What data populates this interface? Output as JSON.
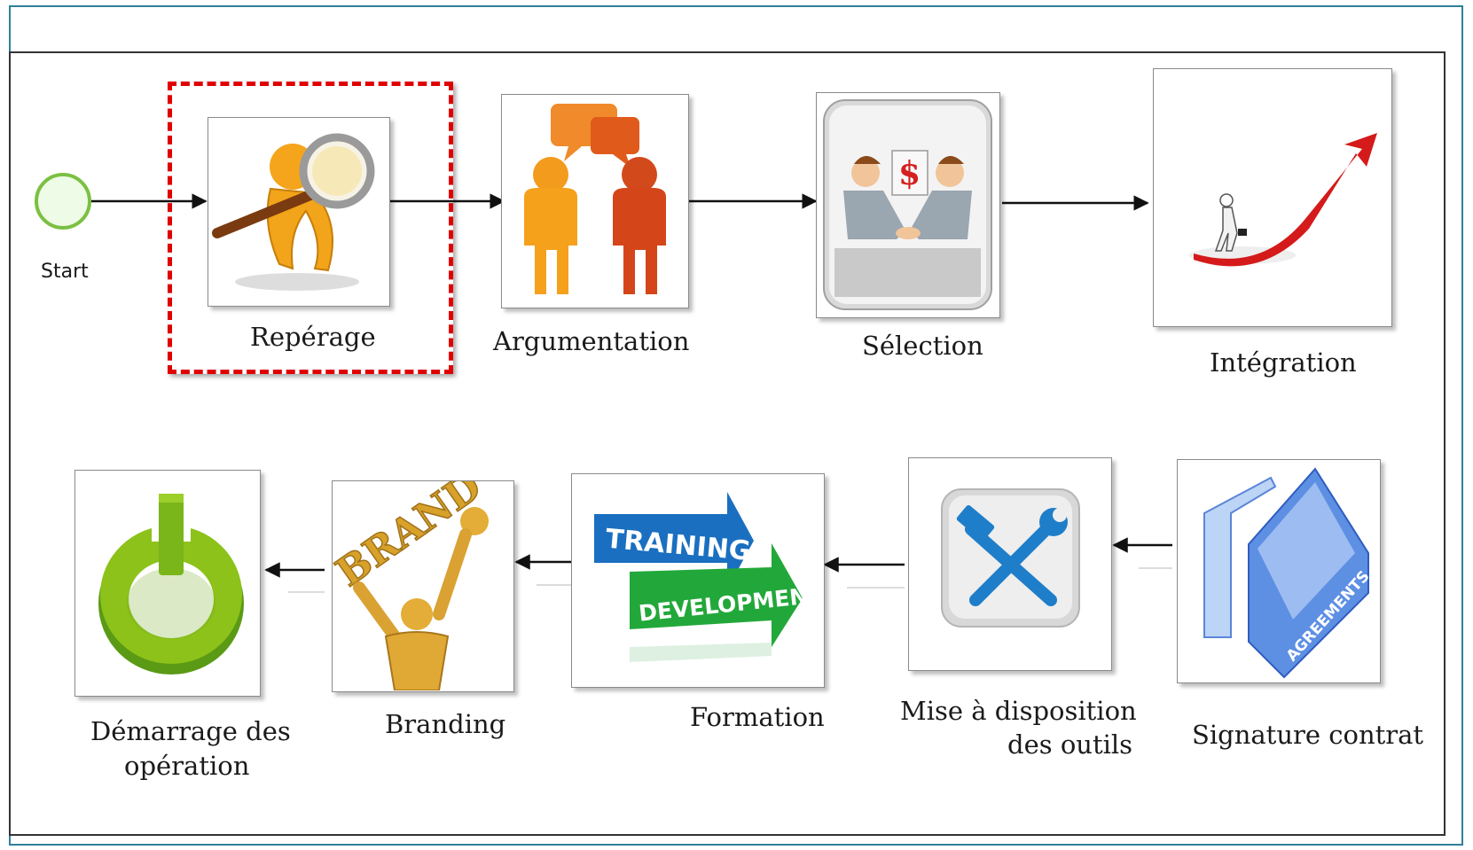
{
  "start_label": "Start",
  "steps_top": [
    {
      "id": "reperage",
      "label": "Repérage"
    },
    {
      "id": "argumentation",
      "label": "Argumentation"
    },
    {
      "id": "selection",
      "label": "Sélection"
    },
    {
      "id": "integration",
      "label": "Intégration"
    }
  ],
  "steps_bottom": [
    {
      "id": "signature",
      "label": "Signature contrat"
    },
    {
      "id": "outils",
      "label_line1": "Mise à disposition",
      "label_line2": "des outils"
    },
    {
      "id": "formation",
      "label": "Formation"
    },
    {
      "id": "branding",
      "label": "Branding"
    },
    {
      "id": "demarrage",
      "label_line1": "Démarrage des",
      "label_line2": "opération"
    }
  ],
  "icon_texts": {
    "dollar": "$",
    "training": "TRAINING",
    "development": "DEVELOPMENT",
    "brand": "BRAND",
    "agreements": "AGREEMENTS"
  },
  "colors": {
    "highlight": "#e00000",
    "start_fill": "#eefbe6",
    "start_stroke": "#7bc043",
    "frame": "#2f7f9a"
  }
}
